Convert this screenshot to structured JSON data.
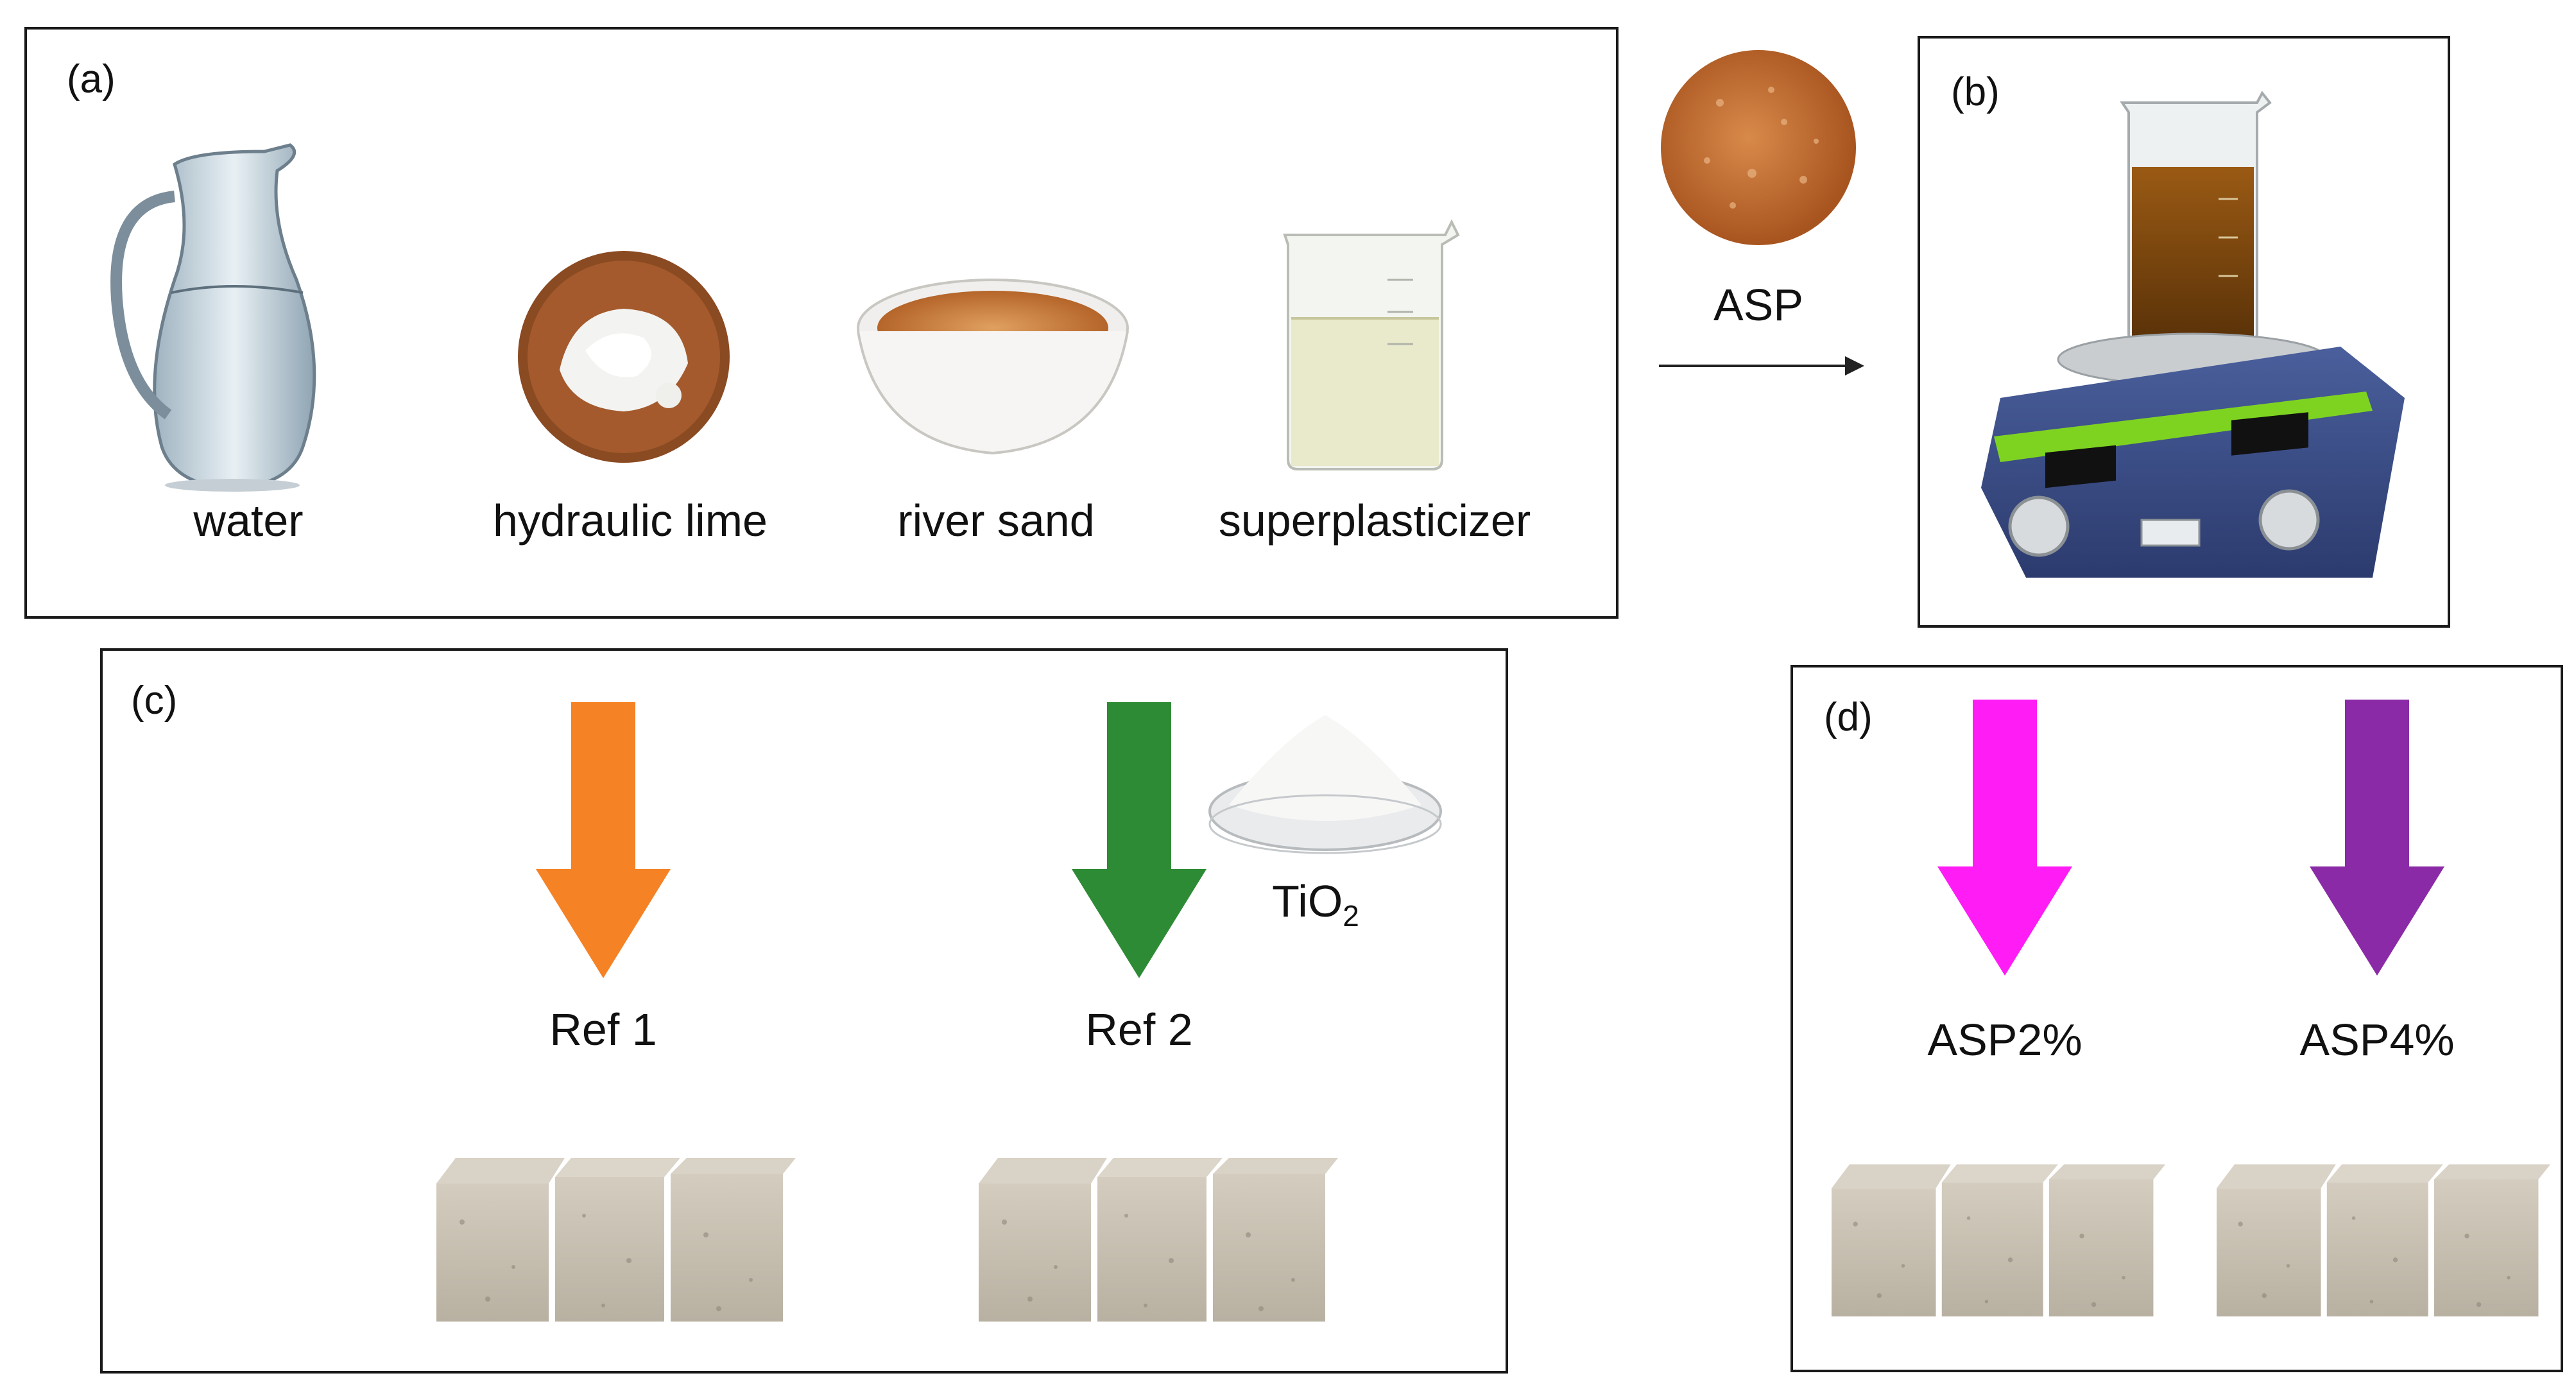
{
  "panels": {
    "a": {
      "label": "(a)",
      "items": [
        {
          "label": "water",
          "icon": "water-jug-icon"
        },
        {
          "label": "hydraulic  lime",
          "icon": "lime-powder-bowl-icon"
        },
        {
          "label": "river  sand",
          "icon": "sand-bowl-icon"
        },
        {
          "label": "superplasticizer",
          "icon": "beaker-liquid-icon"
        }
      ]
    },
    "asp": {
      "label": "ASP",
      "icon": "asp-particles-icon"
    },
    "b": {
      "label": "(b)",
      "icon": "magnetic-stirrer-icon"
    },
    "c": {
      "label": "(c)",
      "tio2_base": "TiO",
      "tio2_sub": "2",
      "samples": [
        {
          "label": "Ref 1",
          "arrow_color": "#f58225"
        },
        {
          "label": "Ref 2",
          "arrow_color": "#2e8b35"
        }
      ]
    },
    "d": {
      "label": "(d)",
      "samples": [
        {
          "label": "ASP2%",
          "arrow_color": "#ff1cf5"
        },
        {
          "label": "ASP4%",
          "arrow_color": "#8a2aa6"
        }
      ]
    }
  }
}
